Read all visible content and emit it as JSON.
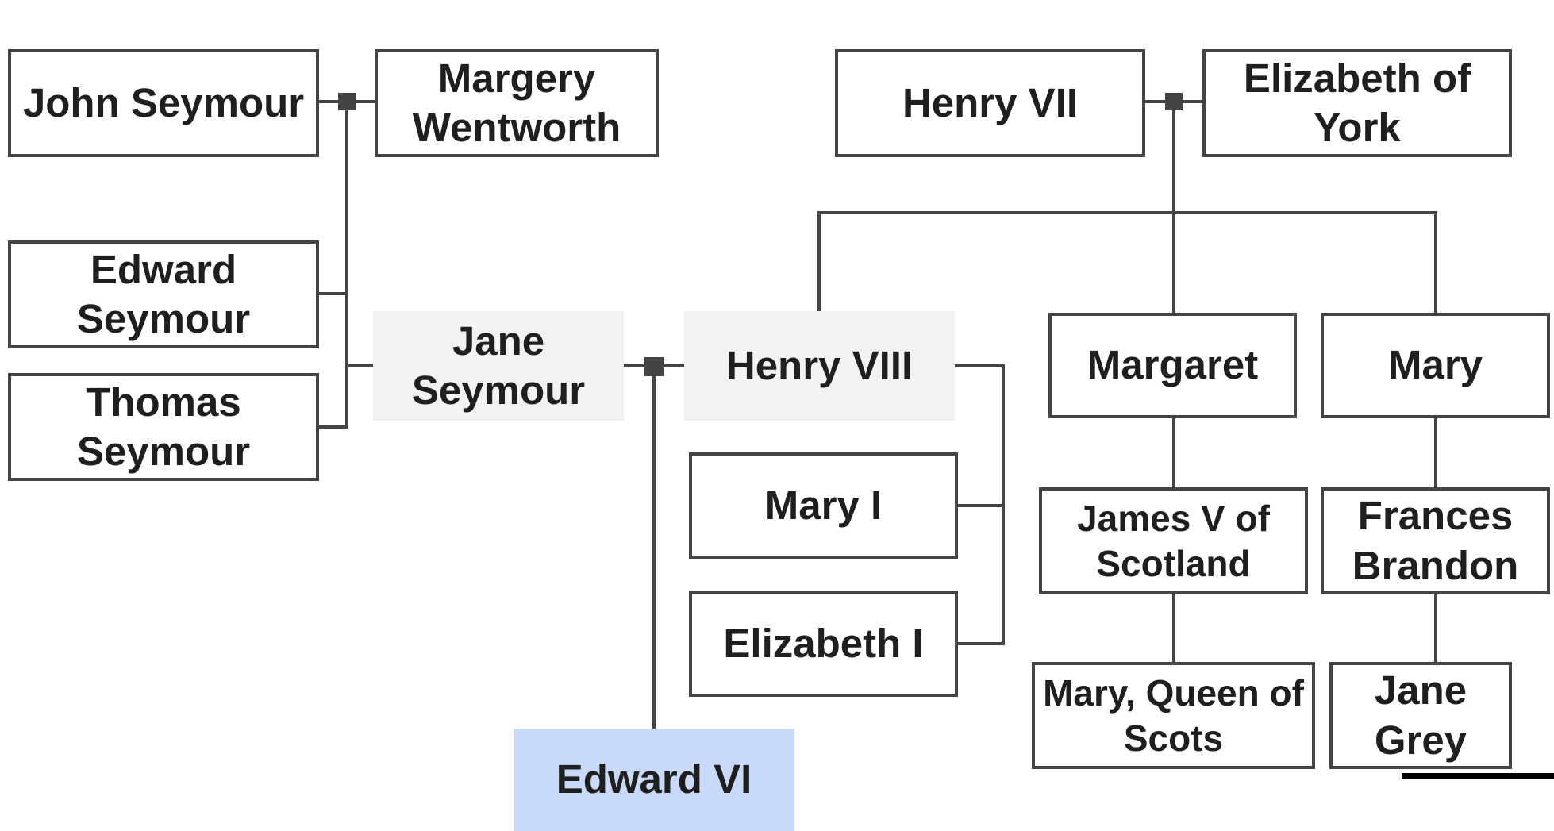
{
  "people": {
    "john_seymour": "John Seymour",
    "margery_wentworth": "Margery Wentworth",
    "edward_seymour": "Edward Seymour",
    "thomas_seymour": "Thomas Seymour",
    "jane_seymour": "Jane Seymour",
    "henry_vii": "Henry VII",
    "elizabeth_of_york": "Elizabeth of York",
    "henry_viii": "Henry VIII",
    "margaret": "Margaret",
    "mary": "Mary",
    "mary_i": "Mary I",
    "elizabeth_i": "Elizabeth I",
    "james_v": "James V of Scotland",
    "frances_brandon": "Frances Brandon",
    "mary_queen_of_scots": "Mary, Queen of Scots",
    "jane_grey": "Jane Grey",
    "edward_vi": "Edward VI"
  },
  "colors": {
    "line": "#444444",
    "box_border": "#444444",
    "highlight_fill": "#f2f2f2",
    "focus_fill": "#c9daf8"
  }
}
